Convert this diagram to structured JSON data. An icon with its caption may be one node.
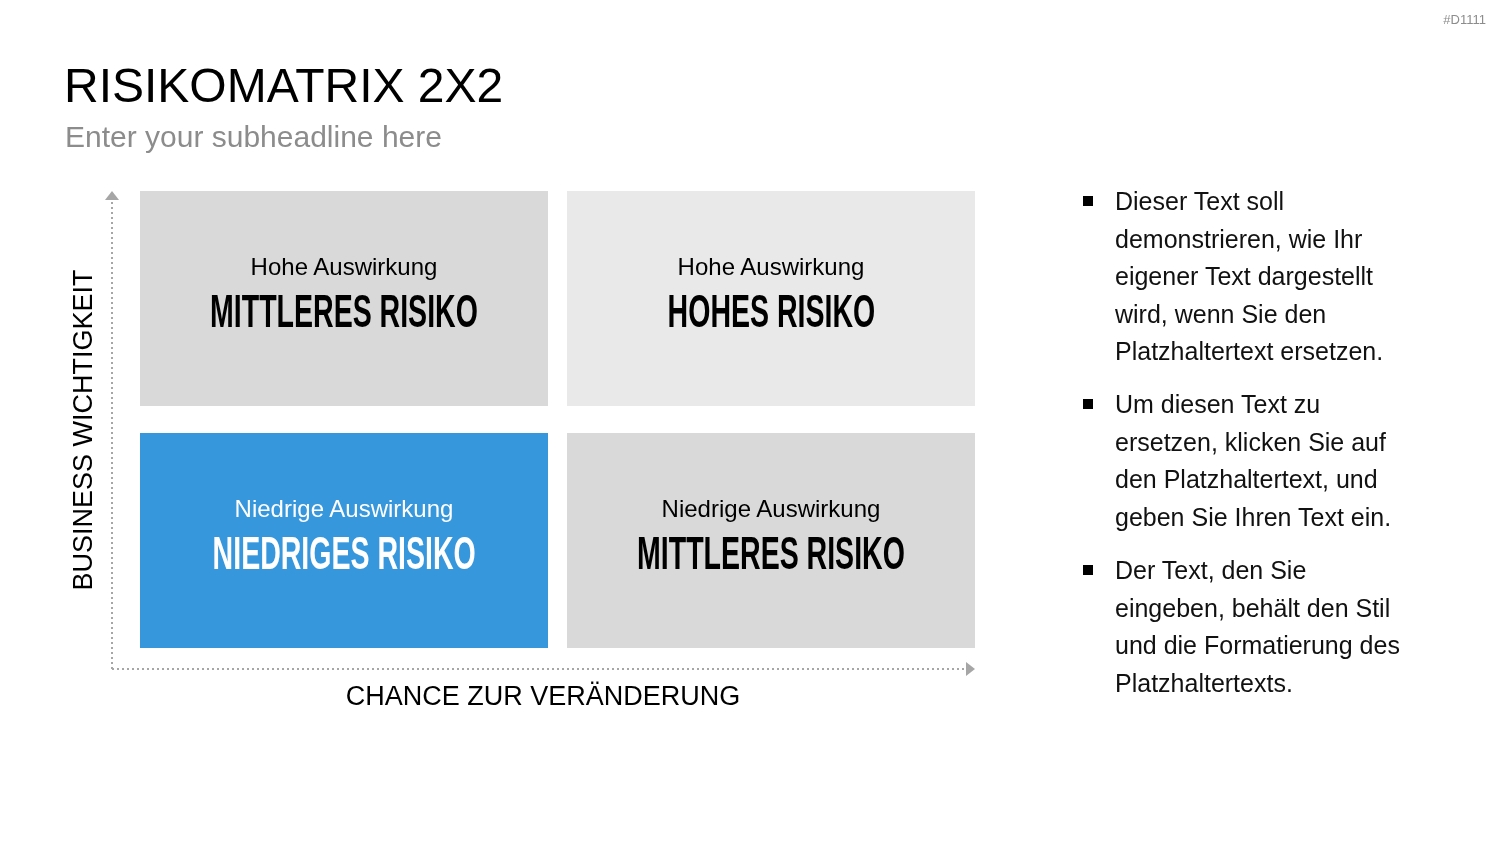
{
  "diagram": {
    "title": "RISIKOMATRIX 2X2",
    "nodes": [
      {
        "text": [
          "Hohe Auswirkung",
          "MITTLERES RISIKO"
        ]
      },
      {
        "text": [
          "Hohe Auswirkung",
          "HOHES RISIKO"
        ]
      },
      {
        "text": [
          "Niedrige Auswirkung",
          "NIEDRIGES RISIKO"
        ]
      },
      {
        "text": [
          "Niedrige Auswirkung",
          "MITTLERES RISIKO"
        ]
      }
    ],
    "edges": [],
    "labels": [
      "#D1111",
      "Enter your subheadline here",
      "BUSINESS WICHTIGKEIT",
      "CHANCE ZUR VERÄNDERUNG",
      "Dieser Text soll demonstrieren, wie Ihr eigener Text dargestellt wird, wenn Sie den Platzhaltertext ersetzen.",
      "Um diesen Text zu ersetzen, klicken Sie auf den Platzhaltertext, und geben Sie Ihren Text ein.",
      "Der Text, den Sie eingeben, behält den Stil und die Formatierung des Platzhaltertexts."
    ]
  }
}
